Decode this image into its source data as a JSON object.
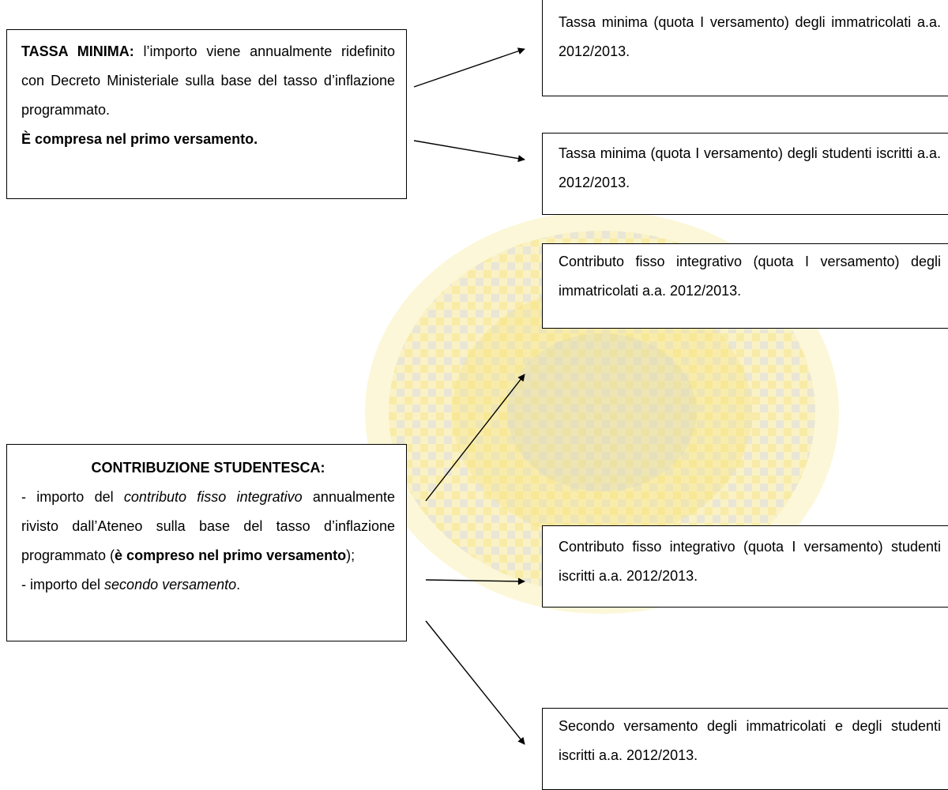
{
  "tassa_minima": {
    "heading": "TASSA MINIMA:",
    "text": " l’importo viene annualmente ridefinito con Decreto Ministeriale sulla base del tasso d’inflazione programmato.",
    "note": "È compresa nel primo versamento."
  },
  "targets": {
    "r1": "Tassa minima (quota I versamento) degli immatricolati a.a. 2012/2013.",
    "r2": "Tassa minima (quota I versamento) degli studenti iscritti a.a. 2012/2013.",
    "r3": "Contributo fisso integrativo (quota I versamento) degli immatricolati a.a. 2012/2013.",
    "r4": "Contributo fisso integrativo (quota I versamento) studenti iscritti a.a. 2012/2013.",
    "r5": "Secondo versamento degli immatricolati e degli studenti iscritti a.a. 2012/2013."
  },
  "contribuzione": {
    "heading": "CONTRIBUZIONE STUDENTESCA:",
    "item1_prefix": "- importo del ",
    "item1_em": "contributo fisso integrativo",
    "item1_text": " annualmente rivisto dall’Ateneo sulla base del tasso d’inflazione programmato (",
    "item1_bold": "è compreso nel primo versamento",
    "item1_suffix": ");",
    "item2_prefix": "- importo del ",
    "item2_em": "secondo versamento",
    "item2_suffix": "."
  },
  "colors": {
    "watermark_yellow": "#f6e06a",
    "watermark_grey": "#c9c9c9",
    "watermark_light": "#fbf3c8"
  }
}
